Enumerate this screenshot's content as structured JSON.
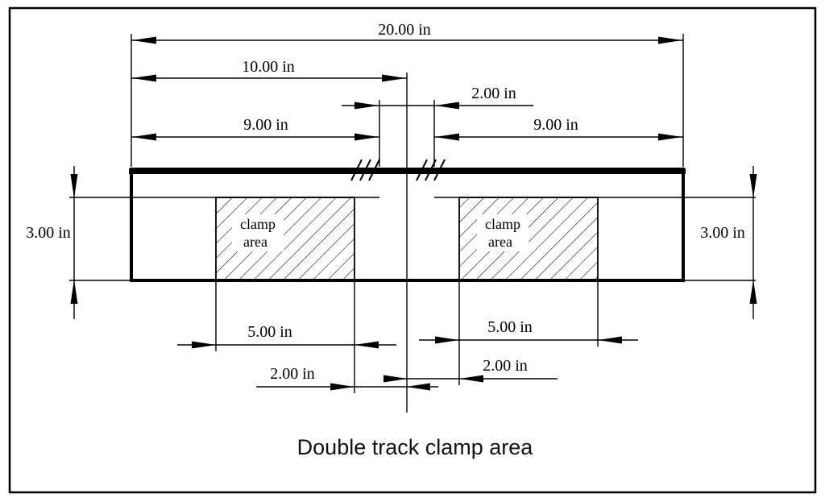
{
  "title": "Double track clamp area",
  "dimensions": {
    "total_width": "20.00 in",
    "left_half_width": "10.00 in",
    "center_gap": "2.00 in",
    "left_track_width": "9.00 in",
    "right_track_width": "9.00 in",
    "left_height": "3.00 in",
    "right_height": "3.00 in",
    "left_clamp_width": "5.00 in",
    "right_clamp_width": "5.00 in",
    "left_clamp_offset": "2.00 in",
    "right_clamp_offset": "2.00 in"
  },
  "clamp_label": {
    "line1": "clamp",
    "line2": "area"
  },
  "colors": {
    "line": "#000000",
    "background": "#ffffff",
    "text": "#000000"
  }
}
